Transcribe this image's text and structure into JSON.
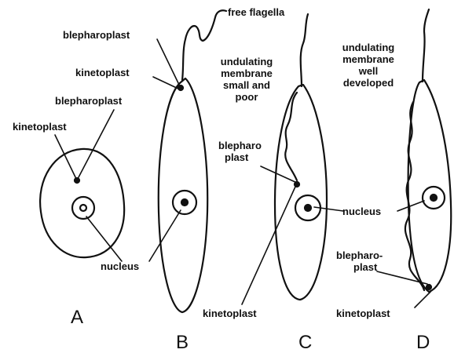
{
  "colors": {
    "ink": "#111111",
    "background": "#ffffff"
  },
  "labels": {
    "free_flagella": "free flagella",
    "blepharoplast_b": "blepharoplast",
    "kinetoplast_b": "kinetoplast",
    "blepharoplast_a": "blepharoplast",
    "kinetoplast_a": "kinetoplast",
    "undulating_small_1": "undulating",
    "undulating_small_2": "membrane",
    "undulating_small_3": "small and",
    "undulating_small_4": "poor",
    "blepharo_c_1": "blepharo",
    "blepharo_c_2": "plast",
    "nucleus_ab": "nucleus",
    "nucleus_cd": "nucleus",
    "undulating_well_1": "undulating",
    "undulating_well_2": "membrane",
    "undulating_well_3": "well",
    "undulating_well_4": "developed",
    "blepharo_d_1": "blepharo-",
    "blepharo_d_2": "plast",
    "kinetoplast_c": "kinetoplast",
    "kinetoplast_d": "kinetoplast"
  },
  "stage_letters": {
    "a": "A",
    "b": "B",
    "c": "C",
    "d": "D"
  }
}
